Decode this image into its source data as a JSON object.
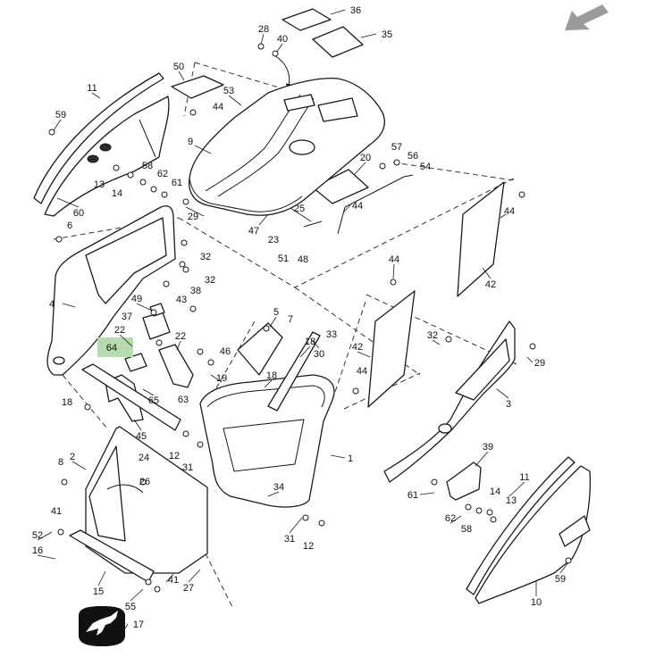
{
  "diagram": {
    "callouts": [
      "36",
      "28",
      "40",
      "35",
      "50",
      "53",
      "44",
      "11",
      "59",
      "9",
      "58",
      "62",
      "61",
      "13",
      "14",
      "20",
      "57",
      "56",
      "54",
      "60",
      "29",
      "6",
      "25",
      "44",
      "44",
      "47",
      "23",
      "51",
      "48",
      "44",
      "32",
      "32",
      "42",
      "43",
      "38",
      "4",
      "49",
      "37",
      "22",
      "64",
      "22",
      "5",
      "7",
      "18",
      "33",
      "30",
      "46",
      "18",
      "19",
      "63",
      "65",
      "18",
      "45",
      "42",
      "32",
      "29",
      "44",
      "3",
      "1",
      "12",
      "31",
      "39",
      "8",
      "24",
      "26",
      "2",
      "34",
      "61",
      "14",
      "13",
      "11",
      "41",
      "52",
      "16",
      "62",
      "58",
      "31",
      "12",
      "15",
      "41",
      "27",
      "55",
      "17",
      "59",
      "10"
    ],
    "highlighted_callout": "64",
    "view_arrow_icon": "direction-arrow-icon",
    "logo_icon": "deer-logo-icon",
    "colors": {
      "highlight": "#b7dbae",
      "line": "#1a1a1a",
      "arrow": "#9b9b9b"
    }
  }
}
